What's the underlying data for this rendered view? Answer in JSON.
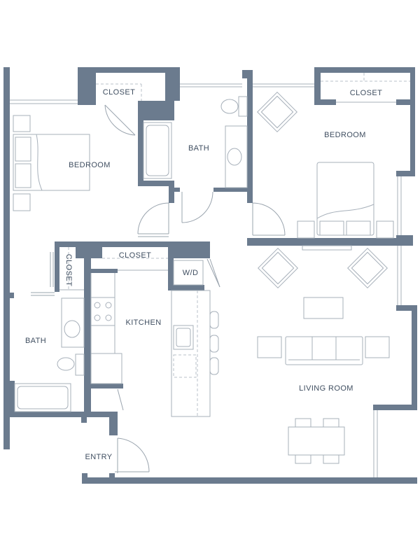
{
  "colors": {
    "wall": "#6b7b8e",
    "fixture": "#a7b0ba",
    "label": "#3f4e60"
  },
  "rooms": {
    "closet_top_left": "CLOSET",
    "bedroom_left": "BEDROOM",
    "bath_top": "BATH",
    "closet_top_right": "CLOSET",
    "bedroom_right": "BEDROOM",
    "closet_middle": "CLOSET",
    "closet_vertical": "CLOSET",
    "washer_dryer": "W/D",
    "kitchen": "KITCHEN",
    "bath_left": "BATH",
    "living_room": "LIVING ROOM",
    "entry": "ENTRY"
  }
}
